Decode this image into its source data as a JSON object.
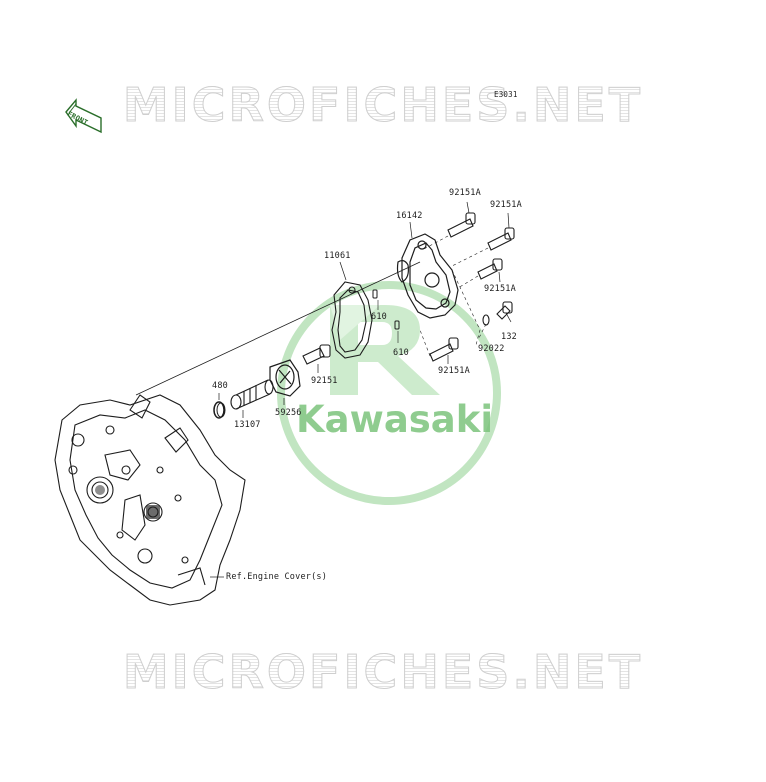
{
  "diagram": {
    "ref_code": "E3031",
    "front_tag": "FRONT",
    "watermark_text": "MICROFICHES.NET",
    "brand_text": "Kawasaki",
    "line_color": "#1d1d1d",
    "watermark_logo_color": "#8fd08f",
    "parts": {
      "p92151A_top": "92151A",
      "p92151A_right": "92151A",
      "p92151A_mid": "92151A",
      "p92151A_low": "92151A",
      "p16142": "16142",
      "p11061": "11061",
      "p610_a": "610",
      "p610_b": "610",
      "p92022": "92022",
      "p132": "132",
      "p92151": "92151",
      "p59256": "59256",
      "p480": "480",
      "p13107": "13107"
    },
    "ref_note": "Ref.Engine Cover(s)"
  }
}
